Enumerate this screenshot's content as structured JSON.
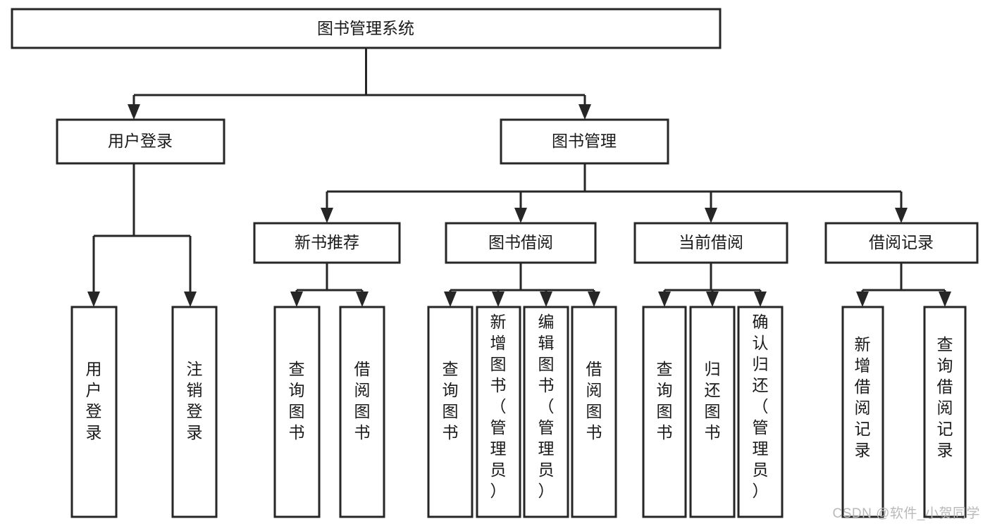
{
  "diagram": {
    "title": "图书管理系统",
    "watermark": "CSDN @软件_小贺同学",
    "colors": {
      "stroke": "#262626",
      "fill": "#ffffff",
      "text": "#1a1a1a",
      "watermark": "#b9b9b9"
    },
    "nodes": {
      "root": {
        "label": "图书管理系统"
      },
      "level2": [
        {
          "id": "user-login",
          "label": "用户登录"
        },
        {
          "id": "book-management",
          "label": "图书管理"
        }
      ],
      "level3": [
        {
          "id": "new-book-recommend",
          "label": "新书推荐"
        },
        {
          "id": "book-borrow",
          "label": "图书借阅"
        },
        {
          "id": "current-borrow",
          "label": "当前借阅"
        },
        {
          "id": "borrow-record",
          "label": "借阅记录"
        }
      ],
      "leaves": {
        "user-login": [
          {
            "id": "leaf-user-login",
            "label": "用户登录"
          },
          {
            "id": "leaf-logout",
            "label": "注销登录"
          }
        ],
        "new-book-recommend": [
          {
            "id": "leaf-query-book-1",
            "label": "查询图书"
          },
          {
            "id": "leaf-borrow-book-1",
            "label": "借阅图书"
          }
        ],
        "book-borrow": [
          {
            "id": "leaf-query-book-2",
            "label": "查询图书"
          },
          {
            "id": "leaf-add-book-admin",
            "label": "新增图书（管理员）"
          },
          {
            "id": "leaf-edit-book-admin",
            "label": "编辑图书（管理员）"
          },
          {
            "id": "leaf-borrow-book-2",
            "label": "借阅图书"
          }
        ],
        "current-borrow": [
          {
            "id": "leaf-query-book-3",
            "label": "查询图书"
          },
          {
            "id": "leaf-return-book",
            "label": "归还图书"
          },
          {
            "id": "leaf-confirm-return-admin",
            "label": "确认归还（管理员）"
          }
        ],
        "borrow-record": [
          {
            "id": "leaf-add-borrow-record",
            "label": "新增借阅记录"
          },
          {
            "id": "leaf-query-borrow-record",
            "label": "查询借阅记录"
          }
        ]
      }
    }
  }
}
